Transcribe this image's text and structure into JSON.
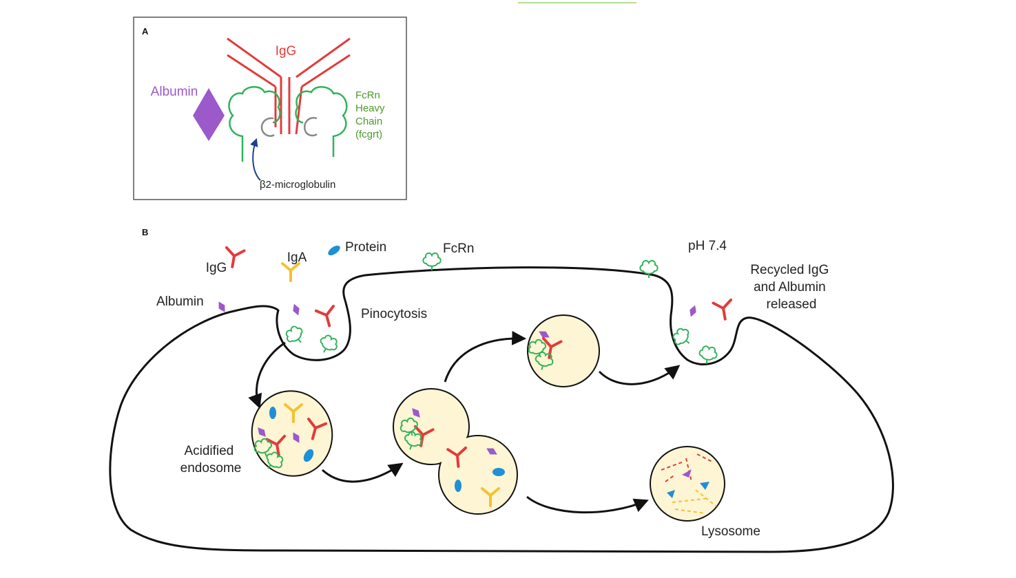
{
  "panel_a": {
    "letter": "A",
    "igg": "IgG",
    "albumin": "Albumin",
    "fcrn_lines": [
      "FcRn",
      "Heavy",
      "Chain",
      "(fcgrt)"
    ],
    "b2m": "β2-microglobulin"
  },
  "panel_b": {
    "letter": "B",
    "igg": "IgG",
    "iga": "IgA",
    "protein": "Protein",
    "fcrn": "FcRn",
    "ph": "pH 7.4",
    "albumin": "Albumin",
    "pinocytosis": "Pinocytosis",
    "recycled_lines": [
      "Recycled IgG",
      "and Albumin",
      "released"
    ],
    "endosome_lines": [
      "Acidified",
      "endosome"
    ],
    "lysosome": "Lysosome"
  },
  "colors": {
    "igg": "#e23b3b",
    "iga": "#f2c230",
    "fcrn": "#2fb35a",
    "albumin": "#9b59c9",
    "protein": "#1f8fd6",
    "b2m": "#888888",
    "vesicle_fill": "#fdf5d4",
    "arrow_blue": "#1f3f8f"
  }
}
